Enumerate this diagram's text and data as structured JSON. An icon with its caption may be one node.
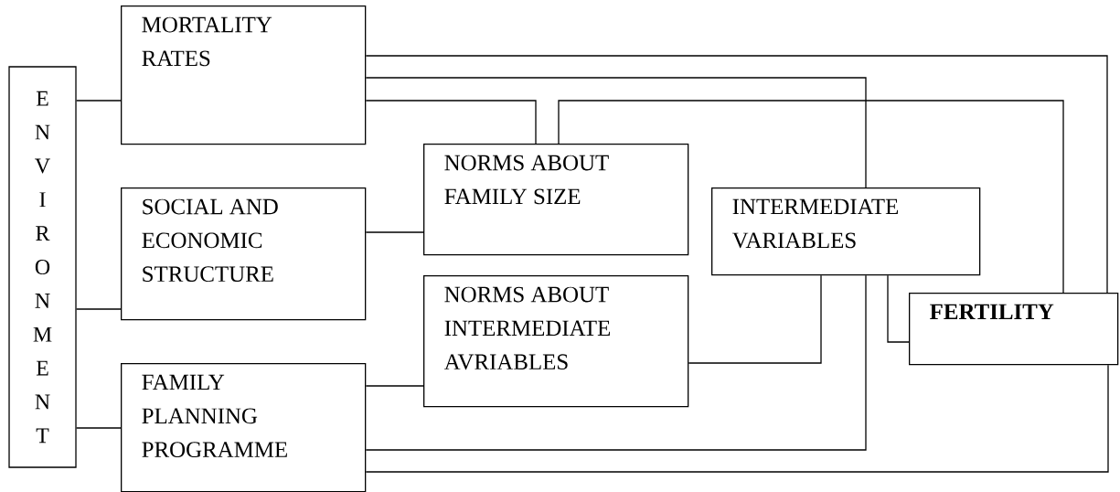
{
  "diagram": {
    "nodes": [
      {
        "text": [
          "ENVIRONMENT"
        ]
      },
      {
        "text": [
          "MORTALITY RATES"
        ]
      },
      {
        "text": [
          "SOCIAL AND ECONOMIC STRUCTURE"
        ]
      },
      {
        "text": [
          "FAMILY PLANNING PROGRAMME"
        ]
      },
      {
        "text": [
          "NORMS ABOUT FAMILY SIZE"
        ]
      },
      {
        "text": [
          "NORMS ABOUT INTERMEDIATE AVRIABLES"
        ]
      },
      {
        "text": [
          "INTERMEDIATE VARIABLES"
        ]
      },
      {
        "text": [
          "FERTILITY"
        ]
      }
    ],
    "edges": [
      {
        "from": 0,
        "to": 1,
        "arrow": "none"
      },
      {
        "from": 0,
        "to": 2,
        "arrow": "none"
      },
      {
        "from": 0,
        "to": 3,
        "arrow": "none"
      },
      {
        "from": 1,
        "to": 4,
        "arrow": "none"
      },
      {
        "from": 1,
        "to": 6,
        "arrow": "none"
      },
      {
        "from": 1,
        "to": 7,
        "arrow": "none"
      },
      {
        "from": 2,
        "to": 4,
        "arrow": "none"
      },
      {
        "from": 3,
        "to": 5,
        "arrow": "none"
      },
      {
        "from": 4,
        "to": 7,
        "arrow": "none"
      },
      {
        "from": 5,
        "to": 6,
        "arrow": "none"
      },
      {
        "from": 3,
        "to": 6,
        "arrow": "none"
      },
      {
        "from": 6,
        "to": 7,
        "arrow": "none"
      },
      {
        "from": 3,
        "to": 7,
        "arrow": "none"
      }
    ]
  }
}
